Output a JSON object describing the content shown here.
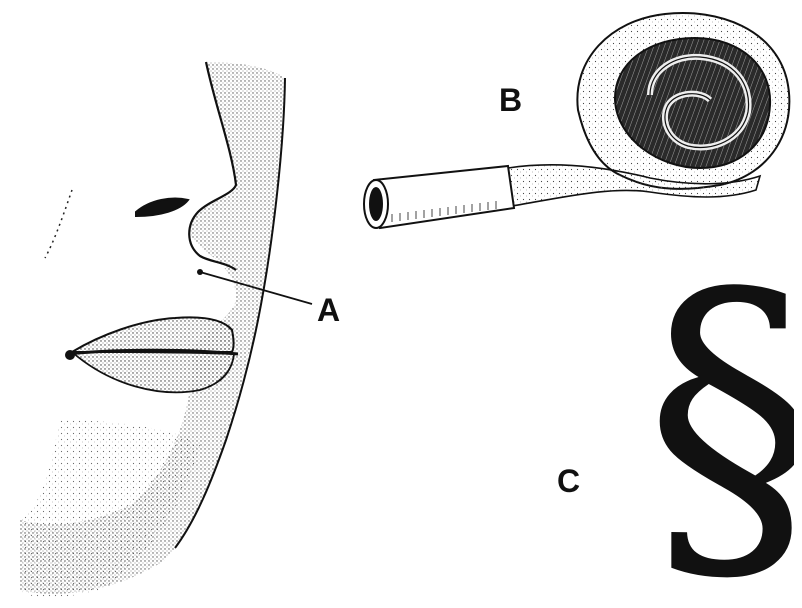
{
  "labels": {
    "a": "A",
    "b": "B",
    "c": "C"
  },
  "section_symbol": "§",
  "colors": {
    "ink": "#111111",
    "shade": "#b0b0b0",
    "paper": "#ffffff"
  }
}
